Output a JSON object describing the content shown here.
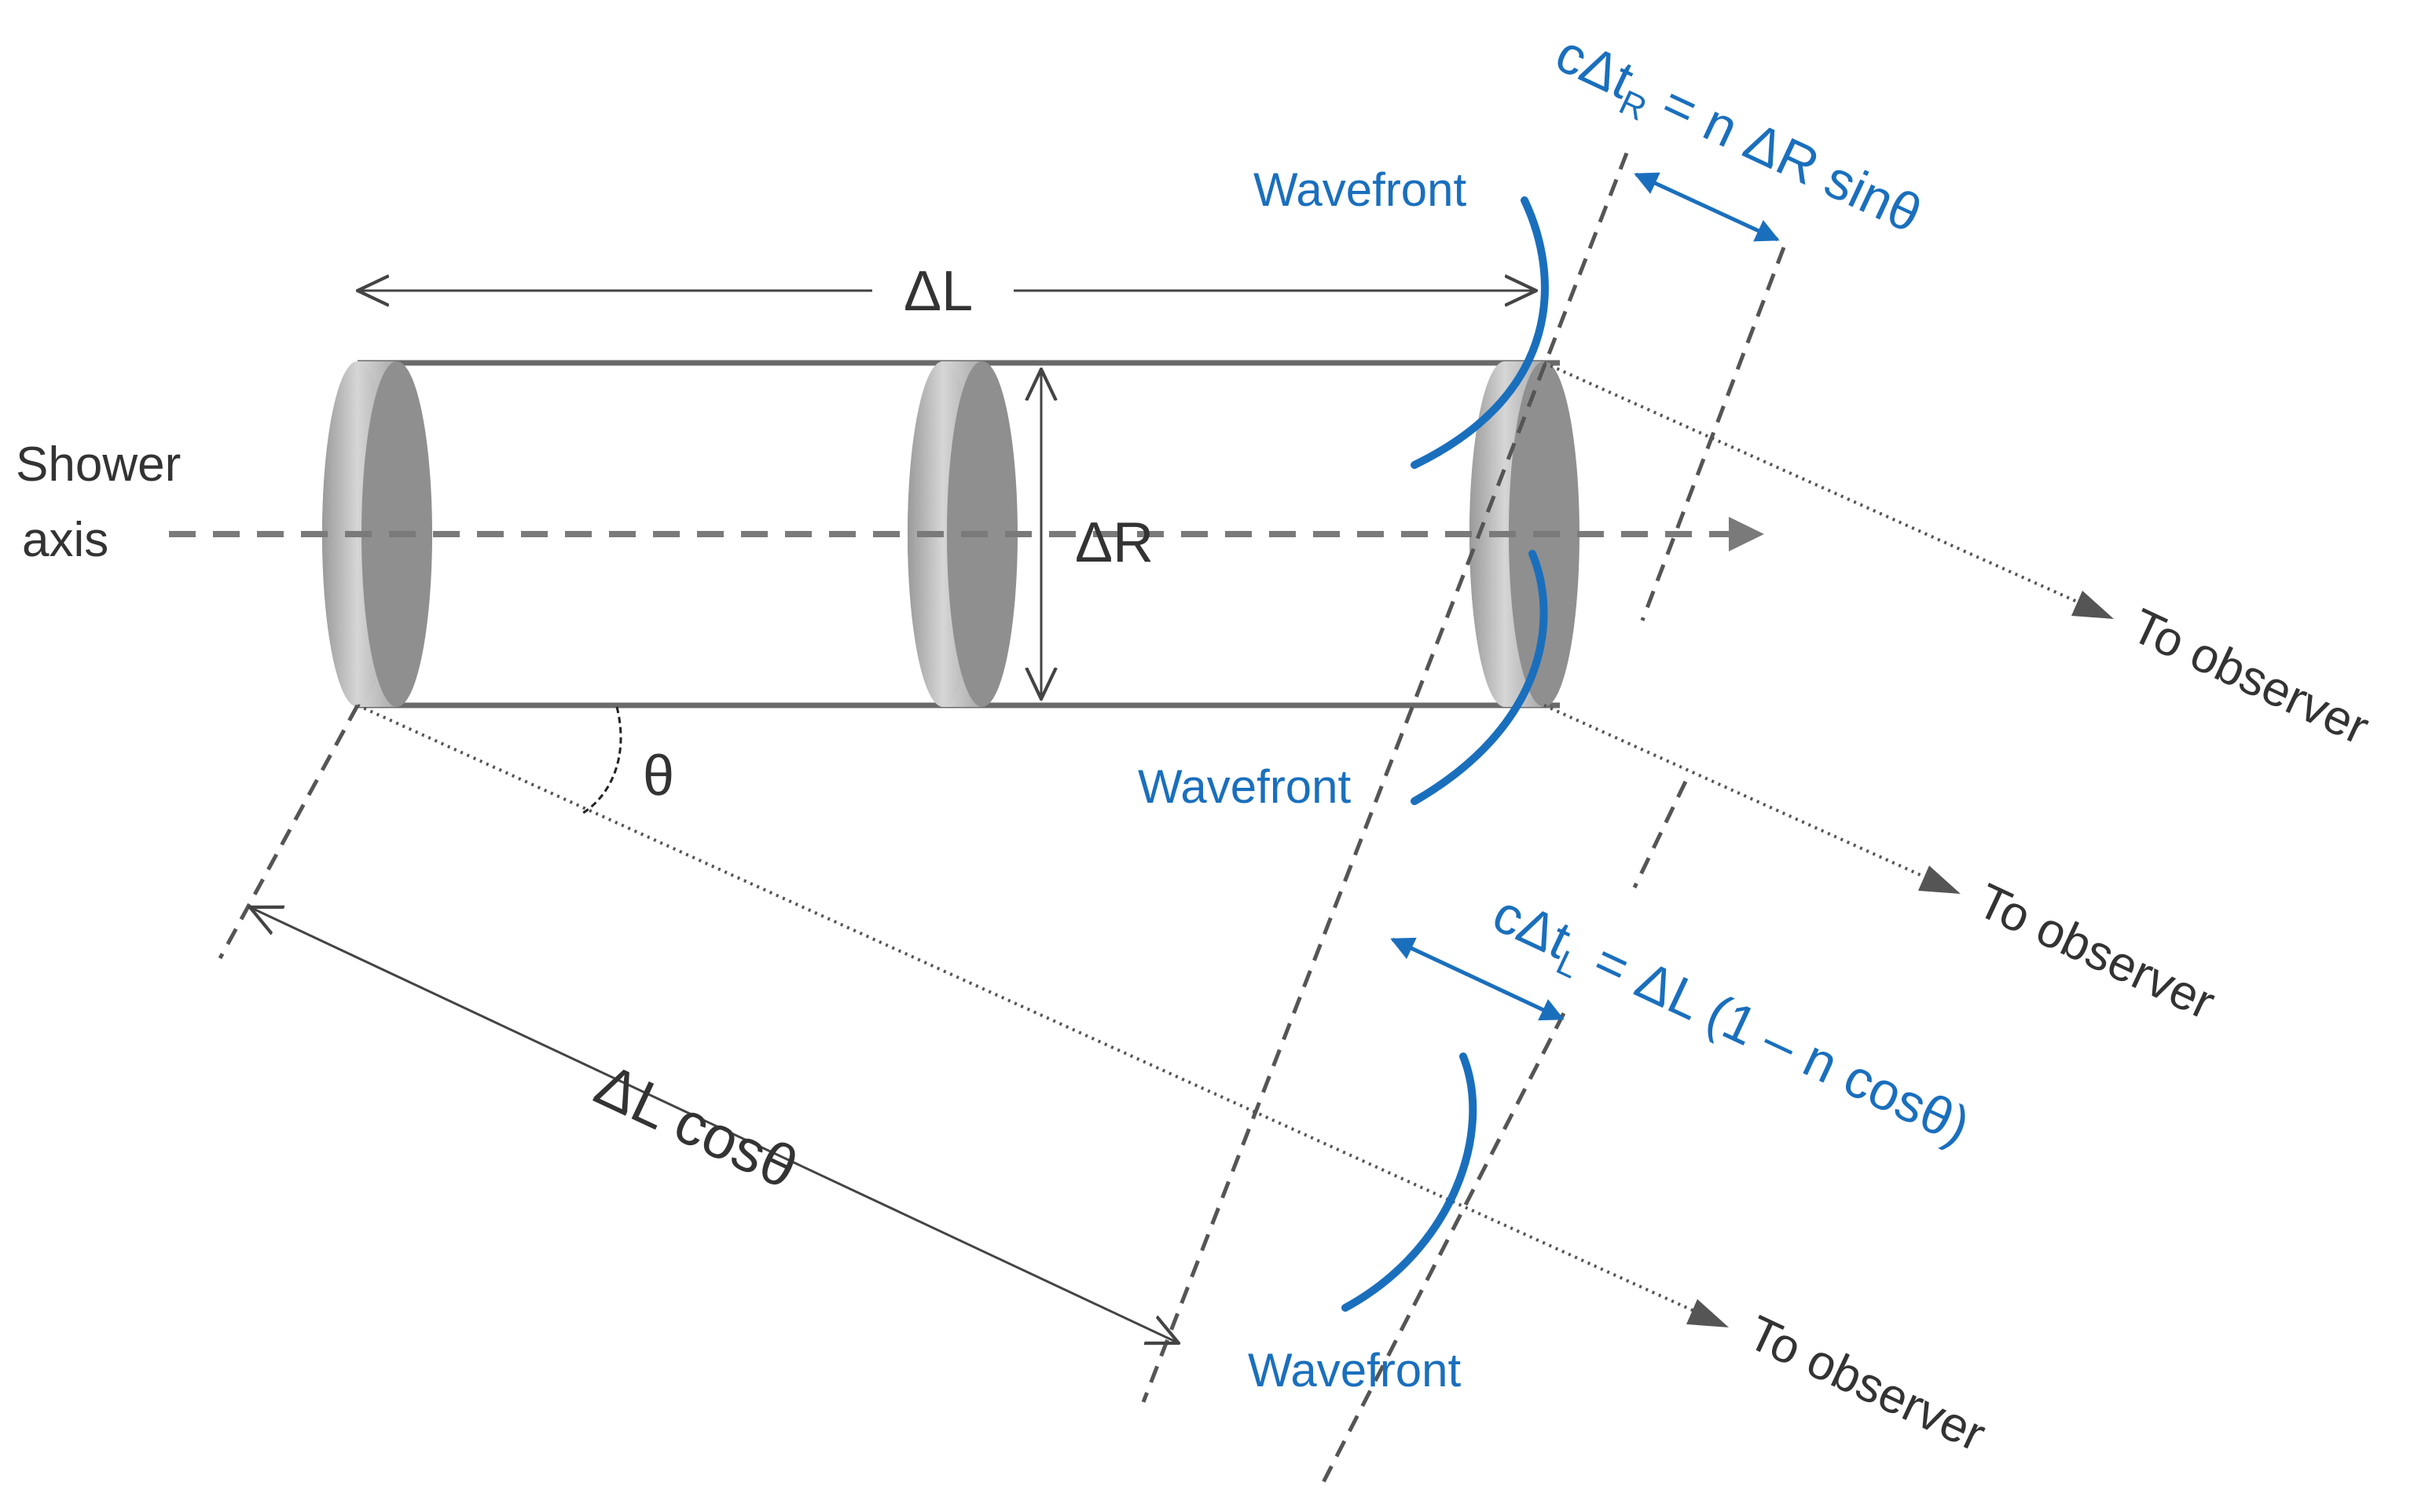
{
  "colors": {
    "blue": "#1a6fbd",
    "dark": "#333333",
    "gray_line": "#5a5a5a",
    "disk_face": "#8f8f8f",
    "disk_rim": "#c8c8c8"
  },
  "labels": {
    "shower_line1": "Shower",
    "shower_line2": "axis",
    "delta_L": "ΔL",
    "delta_R": "ΔR",
    "theta": "θ",
    "delta_L_cos": "ΔL cosθ",
    "wavefront_top": "Wavefront",
    "wavefront_mid": "Wavefront",
    "wavefront_bottom": "Wavefront",
    "to_observer_1": "To observer",
    "to_observer_2": "To observer",
    "to_observer_3": "To observer"
  },
  "equations": {
    "top": {
      "prefix": "cΔt",
      "sub": "R",
      "suffix": " = n ΔR sinθ"
    },
    "bottom": {
      "prefix": "cΔt",
      "sub": "L",
      "suffix": " = ΔL (1 – n cosθ)"
    }
  }
}
